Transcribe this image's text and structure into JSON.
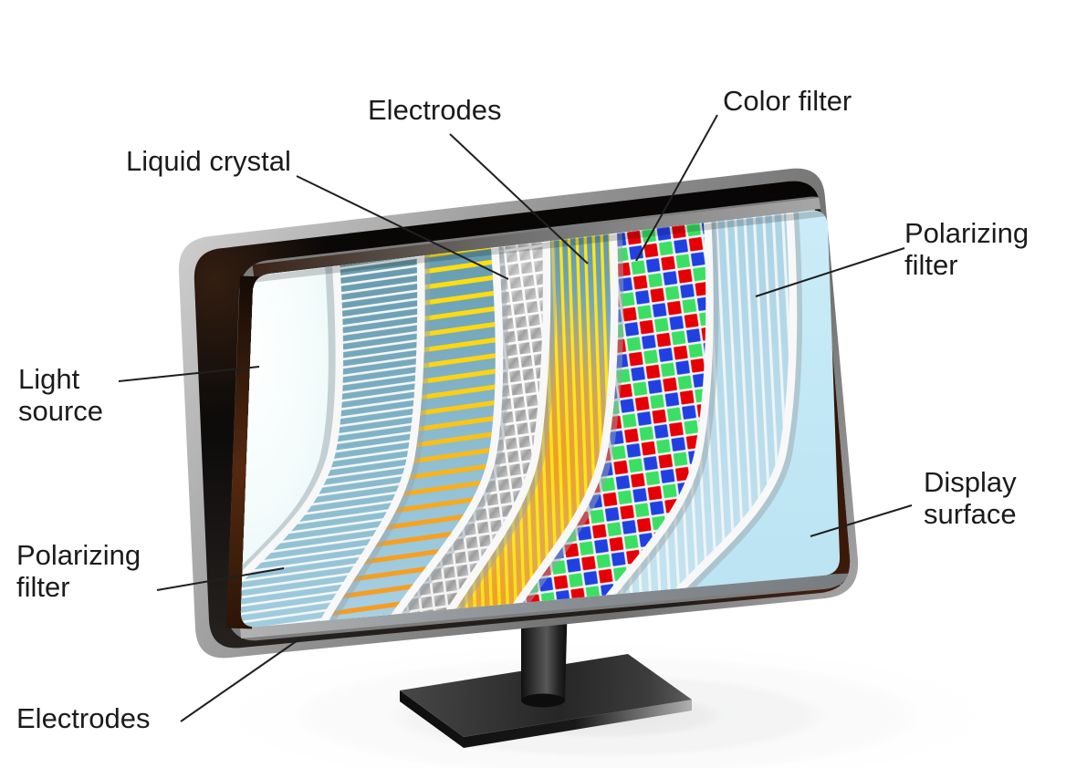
{
  "figure": {
    "type": "LCD monitor layer structure diagram",
    "background": "#ffffff",
    "labels": {
      "electrodes_top": "Electrodes",
      "color_filter": "Color filter",
      "liquid_crystal": "Liquid crystal",
      "polarizing_filter_right": "Polarizing filter",
      "light_source": "Light source",
      "polarizing_filter_left": "Polarizing filter",
      "electrodes_bottom": "Electrodes",
      "display_surface": "Display surface"
    },
    "layers": [
      {
        "name": "Light source",
        "appearance": "pale cyan glowing panel",
        "color": "#eefafa"
      },
      {
        "name": "Polarizing filter",
        "appearance": "white horizontal stripes on blue sheet",
        "color": "#5e96ac"
      },
      {
        "name": "Electrodes",
        "appearance": "yellow to orange horizontal stripes on blue sheet",
        "colors": [
          "#ffe20a",
          "#f59a28"
        ]
      },
      {
        "name": "Liquid crystal",
        "appearance": "quilted white and gray lattice sheet",
        "color": "#c9c9c9"
      },
      {
        "name": "Electrodes",
        "appearance": "vertical yellow stripes with orange glow",
        "colors": [
          "#ffe41c",
          "#f59b1e"
        ]
      },
      {
        "name": "Color filter",
        "appearance": "red green blue pixel mosaic",
        "colors": [
          "#e60005",
          "#3bdf63",
          "#2140e2"
        ]
      },
      {
        "name": "Polarizing filter",
        "appearance": "vertical white stripes on light blue sheet",
        "color": "#a6d0e4"
      },
      {
        "name": "Display surface",
        "appearance": "plain light blue panel",
        "color": "#c6ebf7"
      }
    ],
    "monitor": {
      "bezel_color": "#0d0a08",
      "edge_color": "#9c9c9c",
      "stand_color": "#2b2b2b"
    }
  }
}
